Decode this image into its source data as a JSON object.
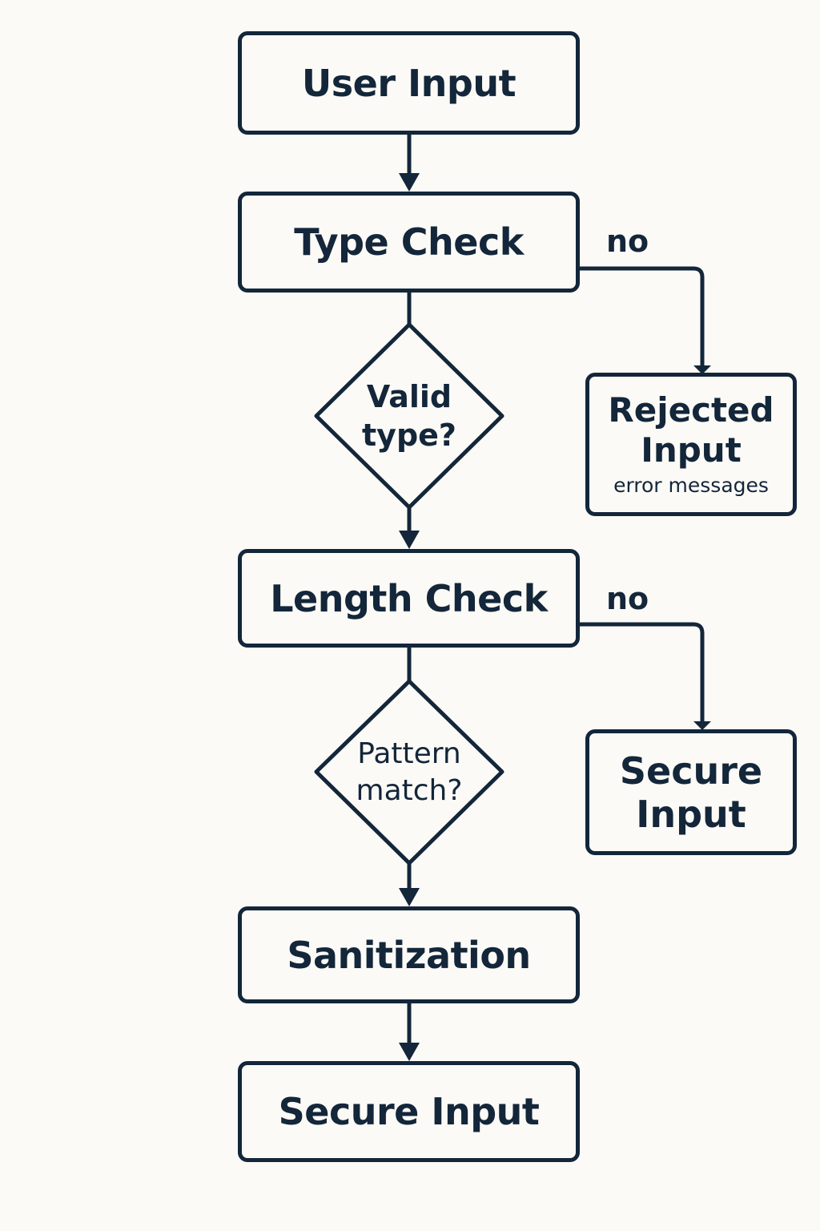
{
  "colors": {
    "background": "#fcfaf6",
    "stroke": "#13263a",
    "text": "#13263a"
  },
  "nodes": {
    "user_input": "User Input",
    "type_check": "Type Check",
    "valid_type": [
      "Valid",
      "type?"
    ],
    "length_check": "Length Check",
    "pattern_match": [
      "Pattern",
      "match?"
    ],
    "sanitization": "Sanitization",
    "secure_input_bottom": "Secure Input",
    "rejected_input": [
      "Rejected",
      "Input"
    ],
    "rejected_input_note": "error messages",
    "secure_input_side": [
      "Secure",
      "Input"
    ]
  },
  "edges": {
    "type_check_no": "no",
    "length_check_no": "no"
  }
}
